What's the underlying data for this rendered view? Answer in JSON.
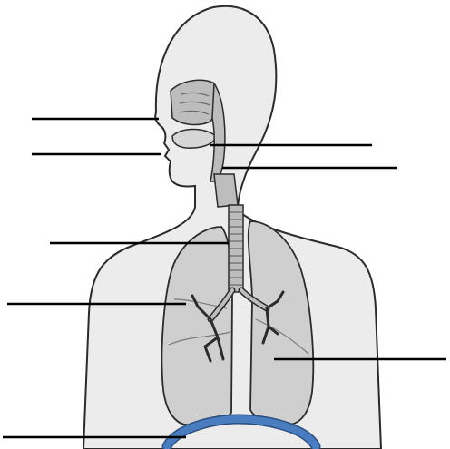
{
  "diagram": {
    "labels": [
      {
        "id": "nasal-cavity",
        "text": ""
      },
      {
        "id": "mouth",
        "text": ""
      },
      {
        "id": "pharynx",
        "text": ""
      },
      {
        "id": "larynx",
        "text": ""
      },
      {
        "id": "trachea",
        "text": ""
      },
      {
        "id": "bronchus",
        "text": ""
      },
      {
        "id": "lung",
        "text": ""
      },
      {
        "id": "diaphragm",
        "text": ""
      }
    ],
    "colors": {
      "body_fill": "#ececec",
      "outline": "#2b2b2b",
      "lung_fill": "#cfcfcf",
      "airway_fill": "#bdbdbd",
      "diaphragm": "#4a7cc0",
      "leader_line": "#000000"
    }
  }
}
